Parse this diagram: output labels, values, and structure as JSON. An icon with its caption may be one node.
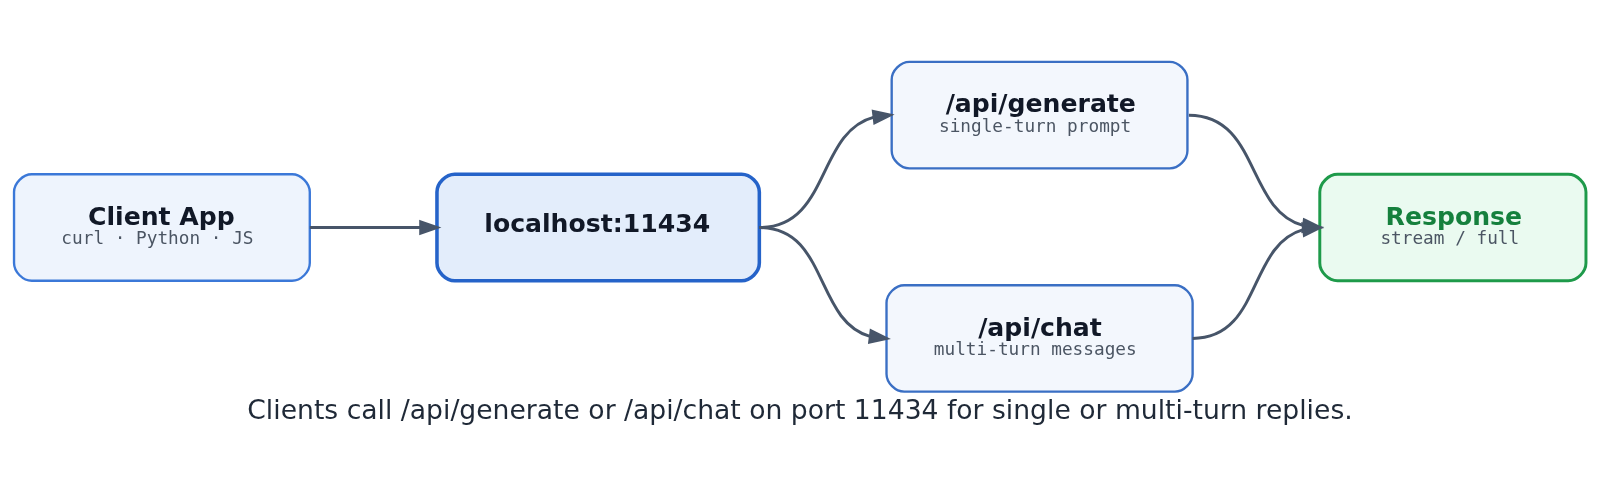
{
  "diagram": {
    "caption": "Clients call /api/generate or /api/chat on port 11434 for single or multi-turn replies.",
    "nodes": [
      {
        "text": [
          "Client App",
          "curl · Python · JS"
        ]
      },
      {
        "text": [
          "localhost:11434"
        ]
      },
      {
        "text": [
          "/api/generate",
          "single-turn prompt"
        ]
      },
      {
        "text": [
          "/api/chat",
          "multi-turn messages"
        ]
      },
      {
        "text": [
          "Response",
          "stream / full"
        ]
      }
    ],
    "edges": [
      {
        "from": 0,
        "to": 1,
        "arrow": "to"
      },
      {
        "from": 1,
        "to": 2,
        "arrow": "to"
      },
      {
        "from": 1,
        "to": 3,
        "arrow": "to"
      },
      {
        "from": 2,
        "to": 4,
        "arrow": "to"
      },
      {
        "from": 3,
        "to": 4,
        "arrow": "to"
      }
    ]
  }
}
